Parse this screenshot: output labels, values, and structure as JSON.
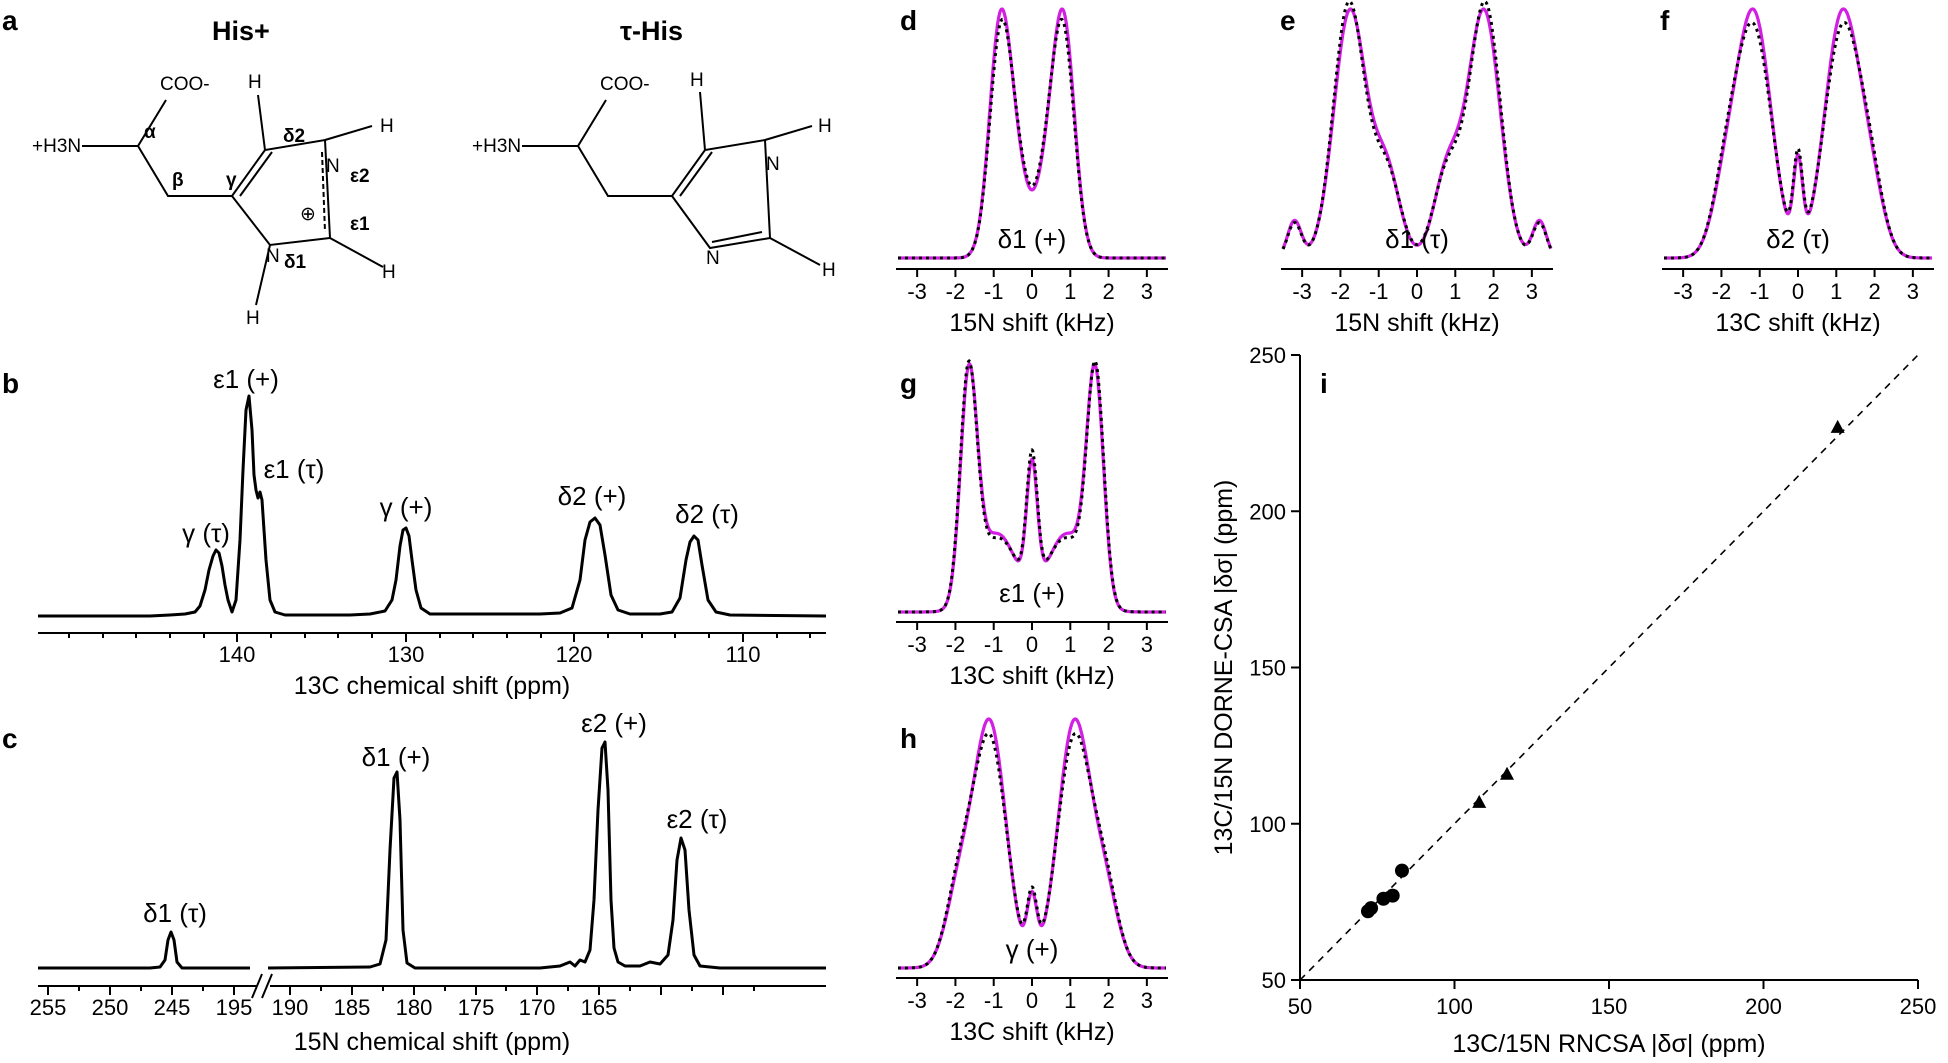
{
  "panel_labels": {
    "a": "a",
    "b": "b",
    "c": "c",
    "d": "d",
    "e": "e",
    "f": "f",
    "g": "g",
    "h": "h",
    "i": "i"
  },
  "molecules": {
    "his_plus": {
      "title": "His+",
      "amine": "+H3N",
      "cooh": "COO-",
      "greek": {
        "alpha": "α",
        "beta": "β",
        "gamma": "γ",
        "delta2": "δ2",
        "epsilon2": "ε2",
        "epsilon1": "ε1",
        "delta1": "δ1"
      },
      "atoms": {
        "N": "N",
        "H": "H"
      },
      "charge": "⊕"
    },
    "tau_his": {
      "title": "τ-His",
      "amine": "+H3N",
      "cooh": "COO-",
      "atoms": {
        "N": "N",
        "H": "H"
      }
    }
  },
  "spectrum_b": {
    "xlabel": "13C chemical shift (ppm)",
    "xticks": [
      "140",
      "130",
      "120",
      "110"
    ],
    "peak_labels": [
      "ε1 (+)",
      "ε1 (τ)",
      "γ (τ)",
      "γ (+)",
      "δ2 (+)",
      "δ2 (τ)"
    ]
  },
  "spectrum_c": {
    "xlabel": "15N chemical shift (ppm)",
    "xticks": [
      "255",
      "250",
      "245",
      "195",
      "190",
      "185",
      "180",
      "175",
      "170",
      "165"
    ],
    "peak_labels": [
      "δ1 (τ)",
      "δ1 (+)",
      "ε2 (+)",
      "ε2 (τ)"
    ]
  },
  "lineshapes": {
    "ticks": [
      "-3",
      "-2",
      "-1",
      "0",
      "1",
      "2",
      "3"
    ],
    "d": {
      "label": "δ1 (+)",
      "xlabel": "15N shift (kHz)"
    },
    "e": {
      "label": "δ1 (τ)",
      "xlabel": "15N shift (kHz)"
    },
    "f": {
      "label": "δ2 (τ)",
      "xlabel": "13C shift (kHz)"
    },
    "g": {
      "label": "ε1 (+)",
      "xlabel": "13C shift (kHz)"
    },
    "h": {
      "label": "γ (+)",
      "xlabel": "13C shift (kHz)"
    }
  },
  "colors": {
    "simulation": "#d21fe3",
    "experiment": "#000000"
  },
  "chart_data": {
    "type": "scatter",
    "title": "",
    "xlabel": "13C/15N RNCSA |δσ| (ppm)",
    "ylabel": "13C/15N DORNE-CSA |δσ| (ppm)",
    "xlim": [
      50,
      250
    ],
    "ylim": [
      50,
      250
    ],
    "xticks": [
      "50",
      "100",
      "150",
      "200",
      "250"
    ],
    "yticks": [
      "50",
      "100",
      "150",
      "200",
      "250"
    ],
    "reference_line": "y = x (dashed)",
    "series": [
      {
        "marker": "circle",
        "x": [
          72,
          73,
          77,
          80,
          83
        ],
        "y": [
          72,
          73,
          76,
          77,
          85
        ]
      },
      {
        "marker": "triangle",
        "x": [
          108,
          117,
          224
        ],
        "y": [
          107,
          116,
          227
        ]
      }
    ]
  }
}
